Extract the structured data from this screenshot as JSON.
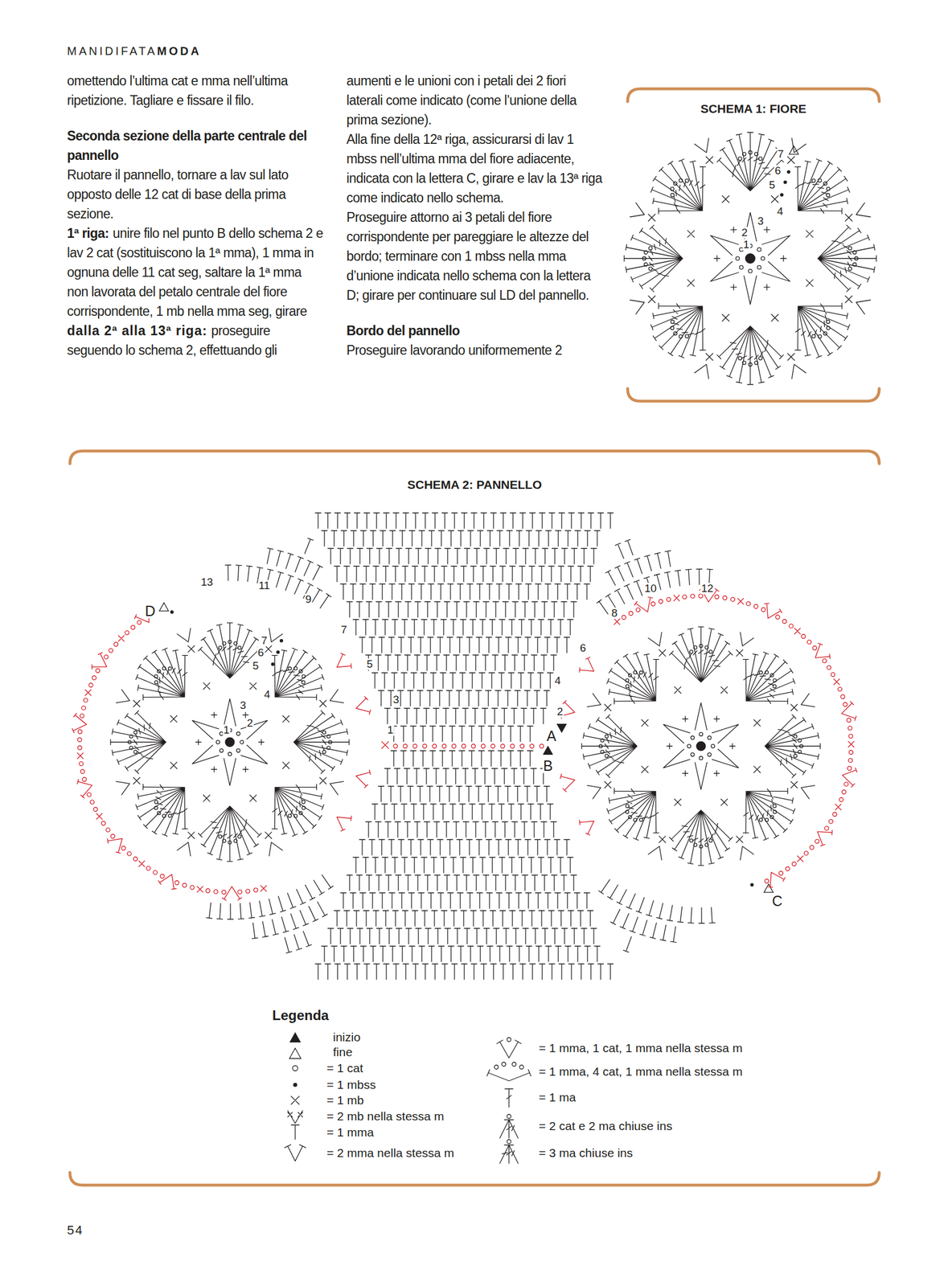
{
  "diagram": {
    "nodes": [
      {
        "text": [
          "SCHEMA 1: FIORE"
        ]
      },
      {
        "text": [
          "SCHEMA 2: PANNELLO"
        ]
      }
    ],
    "labels": [
      "MANIDIFATA",
      "MODA",
      "omettendo l’ultima cat e mma nell’ultima ripetizione. Tagliare e fissare il filo.",
      "Seconda sezione della parte centrale del pannello",
      "Ruotare il pannello, tornare a lav sul lato opposto delle 12 cat di base della prima sezione.",
      "1ª riga:",
      "unire filo nel punto B dello schema 2 e lav 2 cat (sostituiscono la 1ª mma), 1 mma in ognuna delle 11 cat seg, saltare la 1ª mma non lavorata del petalo centrale del fiore corrispondente, 1 mb nella mma seg, girare",
      "dalla 2ª alla 13ª riga:",
      "proseguire seguendo lo schema 2, effettuando gli aumenti e le unioni con i petali dei 2 fiori laterali come indicato (come l’unione della prima sezione).",
      "Alla fine della 12ª riga, assicurarsi di lav 1 mbss nell’ultima mma del fiore adiacente, indicata con la lettera C, girare e lav la 13ª riga come indicato nello schema.",
      "Proseguire attorno ai 3 petali del fiore corrispondente per pareggiare le altezze del bordo; terminare con 1 mbss nella mma d’unione indicata nello schema con la lettera D; girare per continuare sul LD del pannello.",
      "Bordo del pannello",
      "Proseguire lavorando uniformemente 2",
      "7",
      "6",
      "5",
      "4",
      "3",
      "2",
      "1",
      "13",
      "11",
      "9",
      "7",
      "5",
      "3",
      "1",
      "2",
      "4",
      "6",
      "8",
      "10",
      "12",
      "7",
      "6",
      "5",
      "4",
      "3",
      "2",
      "1",
      "D",
      "A",
      "B",
      "C",
      "Legenda",
      "54"
    ],
    "legend": [
      {
        "text": "inizio"
      },
      {
        "text": "fine"
      },
      {
        "text": "= 1 cat"
      },
      {
        "text": "= 1 mbss"
      },
      {
        "text": "= 1 mb"
      },
      {
        "text": "= 2 mb nella stessa m"
      },
      {
        "text": "= 1 mma"
      },
      {
        "text": "= 2 mma nella stessa m"
      },
      {
        "text": "= 1 mma, 1 cat, 1 mma nella stessa m"
      },
      {
        "text": "= 1 mma, 4 cat, 1 mma nella stessa m"
      },
      {
        "text": "= 1 ma"
      },
      {
        "text": "= 2 cat e 2 ma chiuse ins"
      },
      {
        "text": "= 3 ma chiuse ins"
      }
    ]
  }
}
